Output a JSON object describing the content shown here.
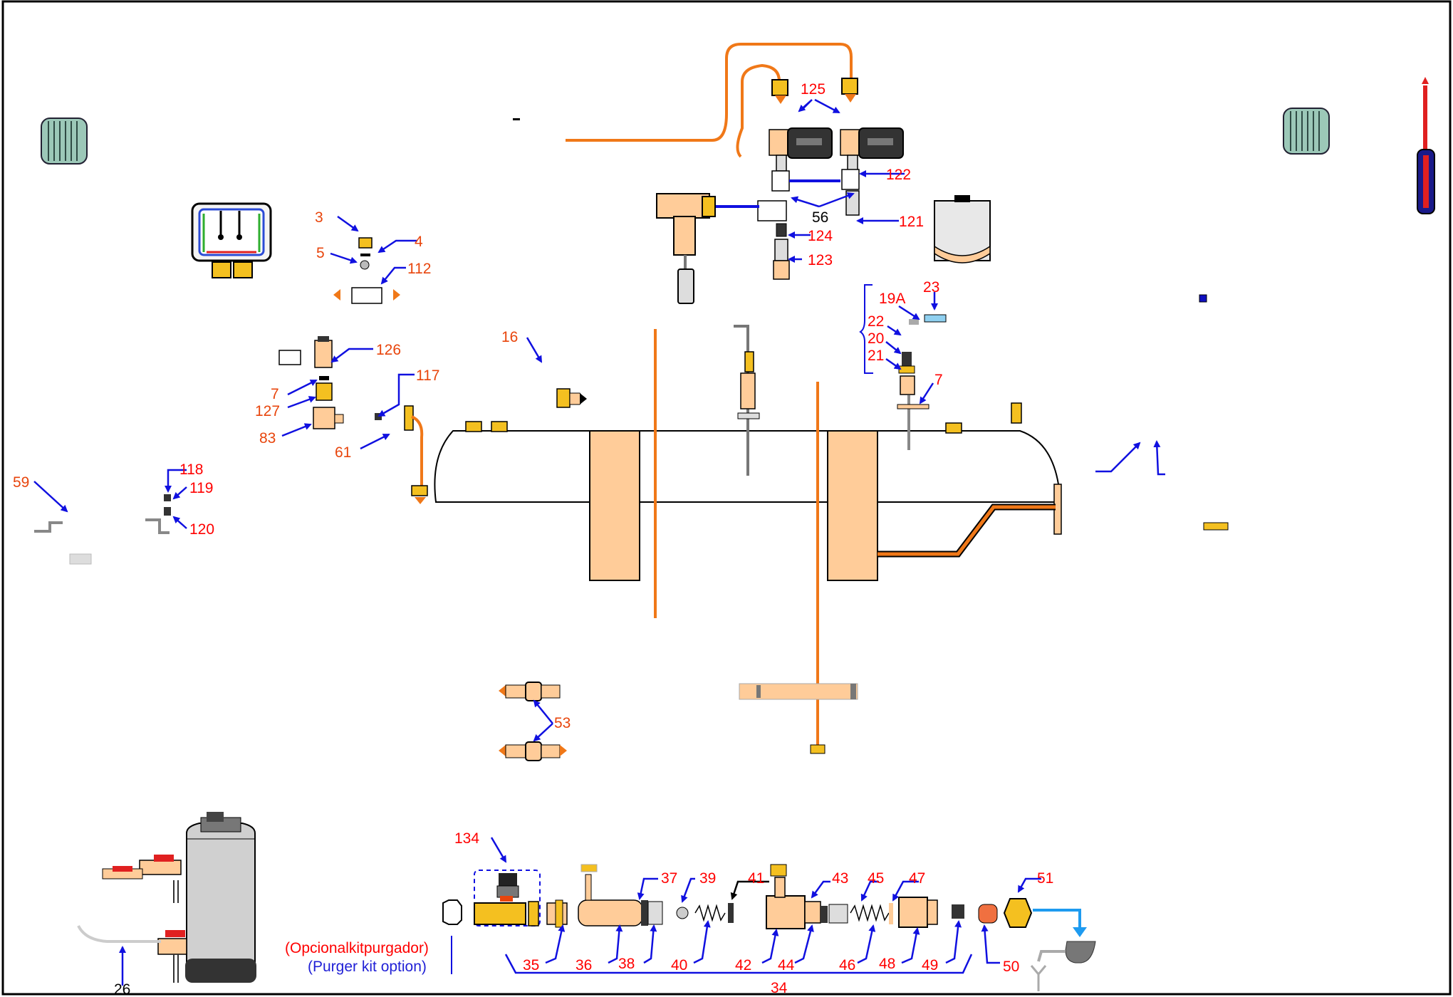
{
  "colors": {
    "red_label": "#ff0000",
    "orange_label": "#e8450c",
    "black_label": "#000000",
    "blue_label": "#1f1fd6",
    "arrow": "#1010e0",
    "pipe_orange": "#f07818",
    "body_tan": "#ffcc99",
    "brass": "#f4c020",
    "water_blue": "#1e9bf0",
    "grey_part": "#b8b8b8",
    "dark": "#222222"
  },
  "labels": {
    "l125": "125",
    "l122": "122",
    "l56": "56",
    "l121": "121",
    "l124": "124",
    "l123": "123",
    "l3": "3",
    "l4": "4",
    "l5": "5",
    "l112": "112",
    "l23": "23",
    "l19A": "19A",
    "l22": "22",
    "l20": "20",
    "l21": "21",
    "l7a": "7",
    "l16": "16",
    "l126": "126",
    "l7b": "7",
    "l127": "127",
    "l83": "83",
    "l117": "117",
    "l61": "61",
    "l59": "59",
    "l118": "118",
    "l119": "119",
    "l120": "120",
    "l53": "53",
    "l134": "134",
    "l37": "37",
    "l39": "39",
    "l41": "41",
    "l43": "43",
    "l45": "45",
    "l47": "47",
    "l51": "51",
    "l35": "35",
    "l36": "36",
    "l38": "38",
    "l40": "40",
    "l42": "42",
    "l44": "44",
    "l46": "46",
    "l48": "48",
    "l49": "49",
    "l50": "50",
    "l34": "34",
    "l26": "26"
  },
  "notes": {
    "option_es": "(Opcionalkitpurgador)",
    "option_en": "(Purger kit option)"
  }
}
